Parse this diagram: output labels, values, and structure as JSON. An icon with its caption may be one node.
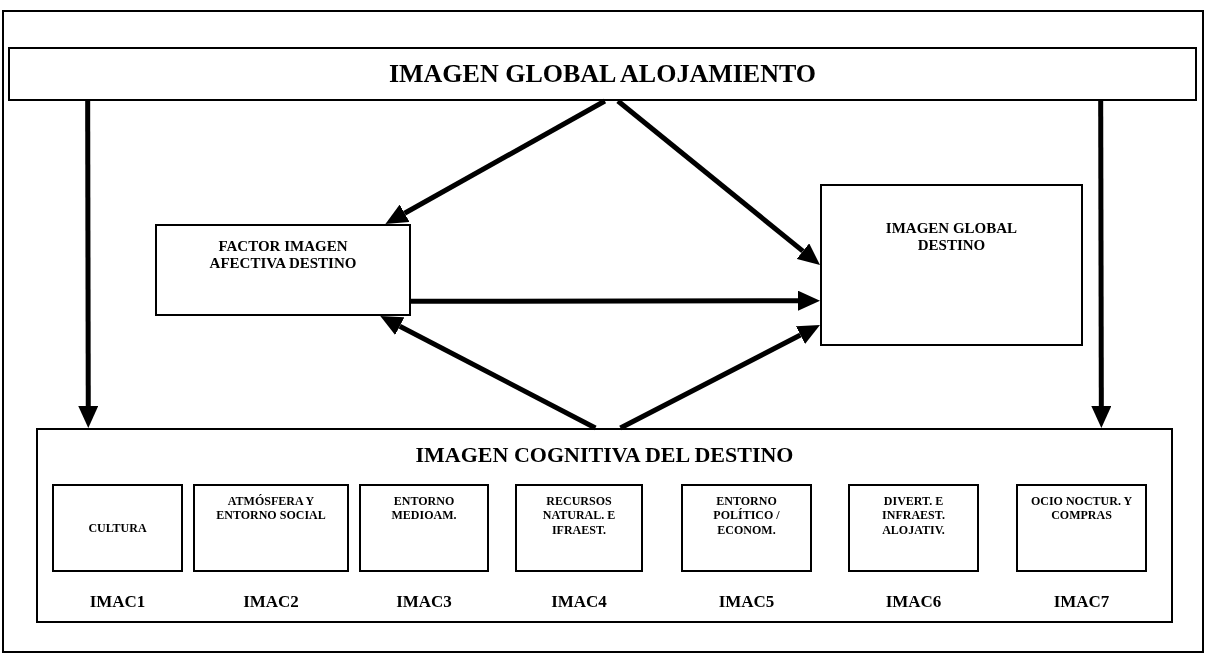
{
  "diagram": {
    "nodes": [
      {
        "text": [
          "IMAGEN GLOBAL ALOJAMIENTO"
        ]
      },
      {
        "text": [
          "FACTOR IMAGEN AFECTIVA DESTINO"
        ]
      },
      {
        "text": [
          "IMAGEN GLOBAL DESTINO"
        ]
      },
      {
        "text": [
          "IMAGEN COGNITIVA DEL DESTINO"
        ]
      },
      {
        "text": [
          "CULTURA"
        ],
        "in": 3,
        "beside": [
          "IMAC1"
        ]
      },
      {
        "text": [
          "ATMÓSFERA Y ENTORNO SOCIAL"
        ],
        "in": 3,
        "beside": [
          "IMAC2"
        ]
      },
      {
        "text": [
          "ENTORNO MEDIOAM."
        ],
        "in": 3,
        "beside": [
          "IMAC3"
        ]
      },
      {
        "text": [
          "RECURSOS NATURAL. E IFRAEST."
        ],
        "in": 3,
        "beside": [
          "IMAC4"
        ]
      },
      {
        "text": [
          "ENTORNO POLÍTICO / ECONOM."
        ],
        "in": 3,
        "beside": [
          "IMAC5"
        ]
      },
      {
        "text": [
          "DIVERT. E INFRAEST. ALOJATIV."
        ],
        "in": 3,
        "beside": [
          "IMAC6"
        ]
      },
      {
        "text": [
          "OCIO NOCTUR. Y COMPRAS"
        ],
        "in": 3,
        "beside": [
          "IMAC7"
        ]
      }
    ],
    "edges": [
      {
        "from": 0,
        "to": 3,
        "arrow": "to"
      },
      {
        "from": 0,
        "to": 3,
        "arrow": "to"
      },
      {
        "from": 0,
        "to": 1,
        "arrow": "to"
      },
      {
        "from": 0,
        "to": 2,
        "arrow": "to"
      },
      {
        "from": 1,
        "to": 2,
        "arrow": "to"
      },
      {
        "from": 3,
        "to": 1,
        "arrow": "to"
      },
      {
        "from": 3,
        "to": 2,
        "arrow": "to"
      }
    ]
  }
}
